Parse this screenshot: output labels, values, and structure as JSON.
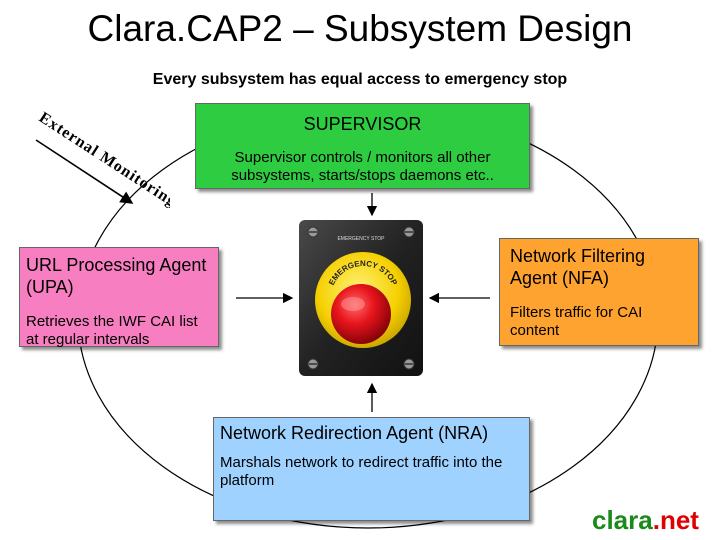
{
  "slide": {
    "title": "Clara.CAP2 – Subsystem Design",
    "subtitle": "Every subsystem has equal access to emergency stop"
  },
  "side_label": {
    "text": "External Monitoring"
  },
  "supervisor": {
    "title": "SUPERVISOR",
    "description": "Supervisor controls / monitors all other subsystems, starts/stops daemons etc..",
    "color": "#2ecc40"
  },
  "upa": {
    "title": "URL Processing Agent (UPA)",
    "description": "Retrieves the IWF CAI list at regular intervals",
    "color": "#f77ec0"
  },
  "nfa": {
    "title": "Network Filtering Agent (NFA)",
    "description": "Filters traffic for CAI content",
    "color": "#ffa330"
  },
  "nra": {
    "title": "Network Redirection Agent (NRA)",
    "description": "Marshals network to redirect traffic into the platform",
    "color": "#9fd2ff"
  },
  "emergency_stop": {
    "label_top": "EMERGENCY STOP",
    "dome_text": "EMERGENCY STOP",
    "button_color": "#e8141c",
    "base_color": "#f5d000"
  },
  "brand": {
    "name": "clara",
    "suffix": ".net",
    "name_color": "#1a8a1a",
    "suffix_color": "#e00000"
  }
}
